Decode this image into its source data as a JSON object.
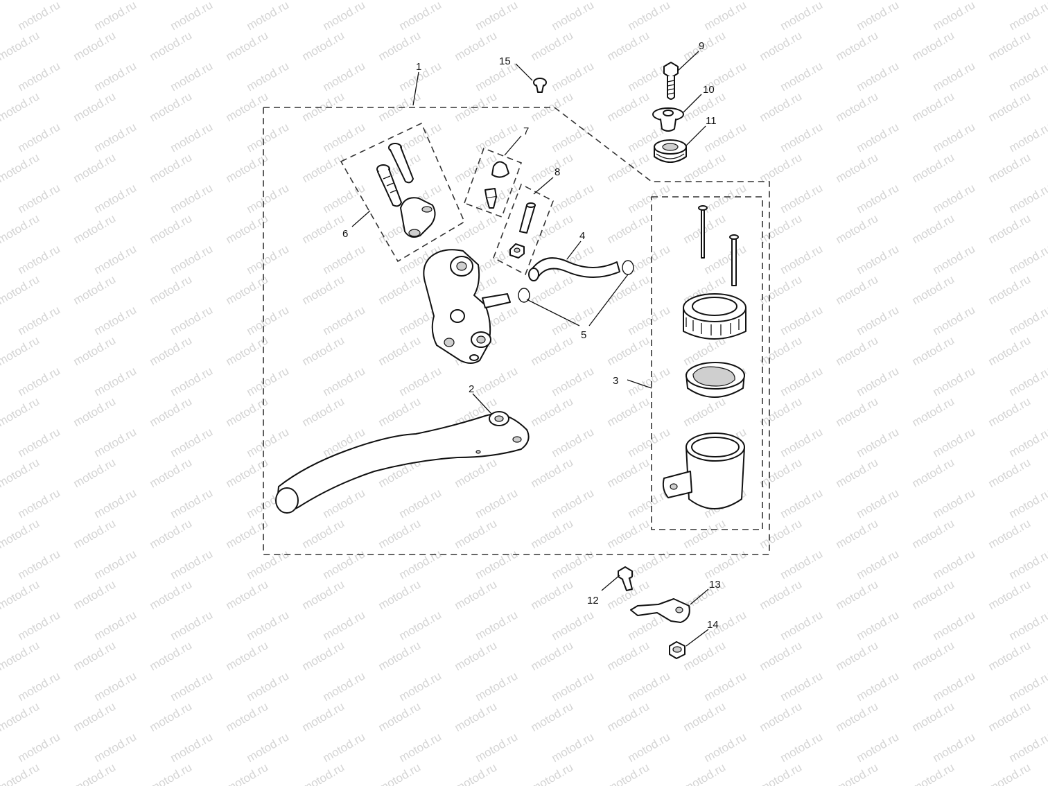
{
  "watermark": {
    "text": "motod.ru",
    "color": "#d4d4d4"
  },
  "diagram": {
    "line_color": "#111111",
    "callouts": [
      {
        "id": "1",
        "label": "1"
      },
      {
        "id": "2",
        "label": "2"
      },
      {
        "id": "3",
        "label": "3"
      },
      {
        "id": "4",
        "label": "4"
      },
      {
        "id": "5",
        "label": "5"
      },
      {
        "id": "6",
        "label": "6"
      },
      {
        "id": "7",
        "label": "7"
      },
      {
        "id": "8",
        "label": "8"
      },
      {
        "id": "9",
        "label": "9"
      },
      {
        "id": "10",
        "label": "10"
      },
      {
        "id": "11",
        "label": "11"
      },
      {
        "id": "12",
        "label": "12"
      },
      {
        "id": "13",
        "label": "13"
      },
      {
        "id": "14",
        "label": "14"
      },
      {
        "id": "15",
        "label": "15"
      }
    ]
  }
}
